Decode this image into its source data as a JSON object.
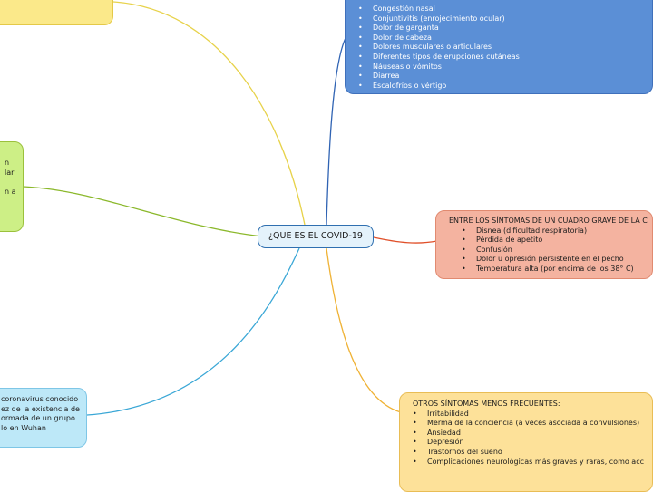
{
  "central": {
    "title": "¿QUE ES EL COVID-19"
  },
  "nodes": {
    "sintomas": {
      "items": [
        "Congestión nasal",
        "Conjuntivitis (enrojecimiento ocular)",
        "Dolor de garganta",
        "Dolor de cabeza",
        "Dolores musculares o articulares",
        "Diferentes tipos de erupciones cutáneas",
        "Náuseas o vómitos",
        "Diarrea",
        "Escalofríos o vértigo"
      ]
    },
    "green": {
      "lines": [
        "n",
        "lar",
        "",
        "n a"
      ]
    },
    "grave": {
      "title": "ENTRE LOS SÍNTOMAS DE UN CUADRO GRAVE DE LA C",
      "items": [
        "Disnea (dificultad respiratoria)",
        "Pérdida de apetito",
        "Confusión",
        "Dolor u opresión persistente en el pecho",
        "Temperatura alta (por encima de los 38° C)"
      ]
    },
    "blue": {
      "lines": [
        "coronavirus conocido",
        "ez de la existencia de",
        "ormada de un grupo",
        "lo en Wuhan"
      ]
    },
    "otros": {
      "title": "OTROS SÍNTOMAS MENOS FRECUENTES:",
      "items": [
        "Irritabilidad",
        "Merma de la conciencia (a veces asociada a convulsiones)",
        "Ansiedad",
        "Depresión",
        "Trastornos del sueño",
        "Complicaciones neurológicas más graves y raras, como acc"
      ]
    }
  },
  "colors": {
    "yellow_link": "#e7d24a",
    "blue_link": "#2f63b3",
    "green_link": "#8bb82b",
    "orange_link": "#e0502a",
    "lightblue_link": "#3aa7d6",
    "gold_link": "#efb235"
  }
}
